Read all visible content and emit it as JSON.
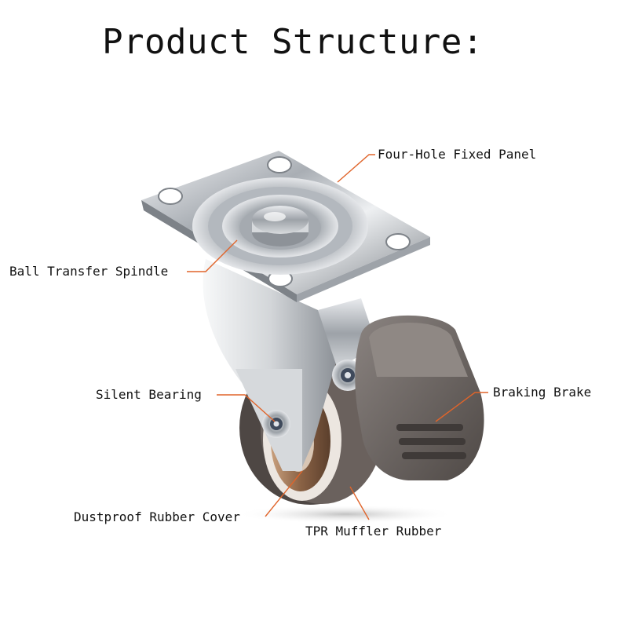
{
  "title": "Product Structure:",
  "labels": {
    "four_hole_fixed_panel": "Four-Hole Fixed Panel",
    "ball_transfer_spindle": "Ball Transfer Spindle",
    "silent_bearing": "Silent Bearing",
    "braking_brake": "Braking Brake",
    "dustproof_rubber_cover": "Dustproof Rubber Cover",
    "tpr_muffler_rubber": "TPR Muffler Rubber"
  },
  "colors": {
    "leader_line": "#e0642a",
    "brake": "#6b6461",
    "wheel_tread": "#5d5450",
    "chrome": "#c9cdd1"
  }
}
